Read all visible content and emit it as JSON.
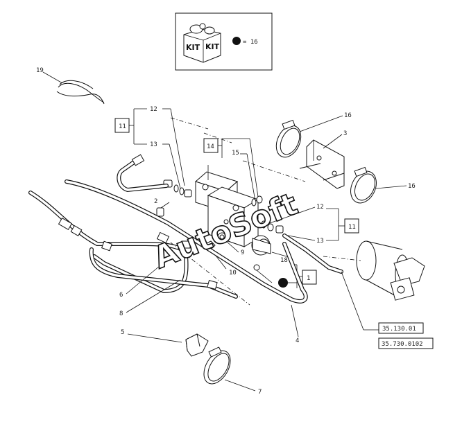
{
  "kit": {
    "box_text_left": "KIT",
    "box_text_right": "KIT",
    "legend_value": "= 16"
  },
  "callouts": {
    "c19": "19",
    "c16_top": "16",
    "c3": "3",
    "c12_top": "12",
    "c11_left": "11",
    "c13_left": "13",
    "c14": "14",
    "c15": "15",
    "c16_right": "16",
    "c2": "2",
    "c12_right": "12",
    "c11_right": "11",
    "c13_right": "13",
    "c9": "9",
    "c18": "18",
    "c10": "10",
    "c1": "1",
    "c6": "6",
    "c8": "8",
    "c5": "5",
    "c4": "4",
    "c7": "7"
  },
  "references": {
    "ref1": "35.130.01",
    "ref2": "35.730.0102"
  },
  "watermark": "AutoSoft",
  "colors": {
    "line": "#111111",
    "background": "#ffffff"
  }
}
